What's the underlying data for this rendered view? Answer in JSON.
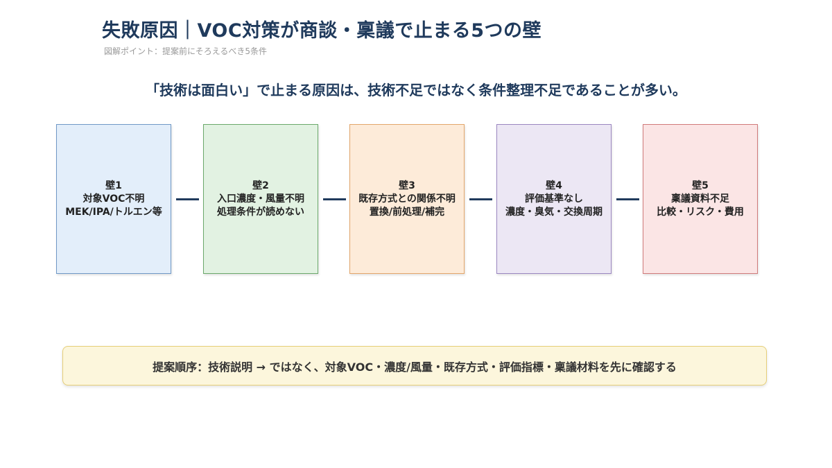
{
  "header": {
    "title": "失敗原因｜VOC対策が商談・稟議で止まる5つの壁",
    "subtitle": "図解ポイント：提案前にそろえるべき5条件"
  },
  "lead": "「技術は面白い」で止まる原因は、技術不足ではなく条件整理不足であることが多い。",
  "walls": [
    {
      "label": "壁1",
      "lines": [
        "対象VOC不明",
        "MEK/IPA/トルエン等"
      ],
      "bg": "#e3eefa",
      "border": "#6f98c6"
    },
    {
      "label": "壁2",
      "lines": [
        "入口濃度・風量不明",
        "処理条件が読めない"
      ],
      "bg": "#e2f2e2",
      "border": "#6aa86a"
    },
    {
      "label": "壁3",
      "lines": [
        "既存方式との関係不明",
        "置換/前処理/補完"
      ],
      "bg": "#fdebd9",
      "border": "#e3a66a"
    },
    {
      "label": "壁4",
      "lines": [
        "評価基準なし",
        "濃度・臭気・交換周期"
      ],
      "bg": "#ece7f4",
      "border": "#9a86c0"
    },
    {
      "label": "壁5",
      "lines": [
        "稟議資料不足",
        "比較・リスク・費用"
      ],
      "bg": "#fbe5e5",
      "border": "#d07a7a"
    }
  ],
  "footer": "提案順序：技術説明 → ではなく、対象VOC・濃度/風量・既存方式・評価指標・稟議材料を先に確認する"
}
